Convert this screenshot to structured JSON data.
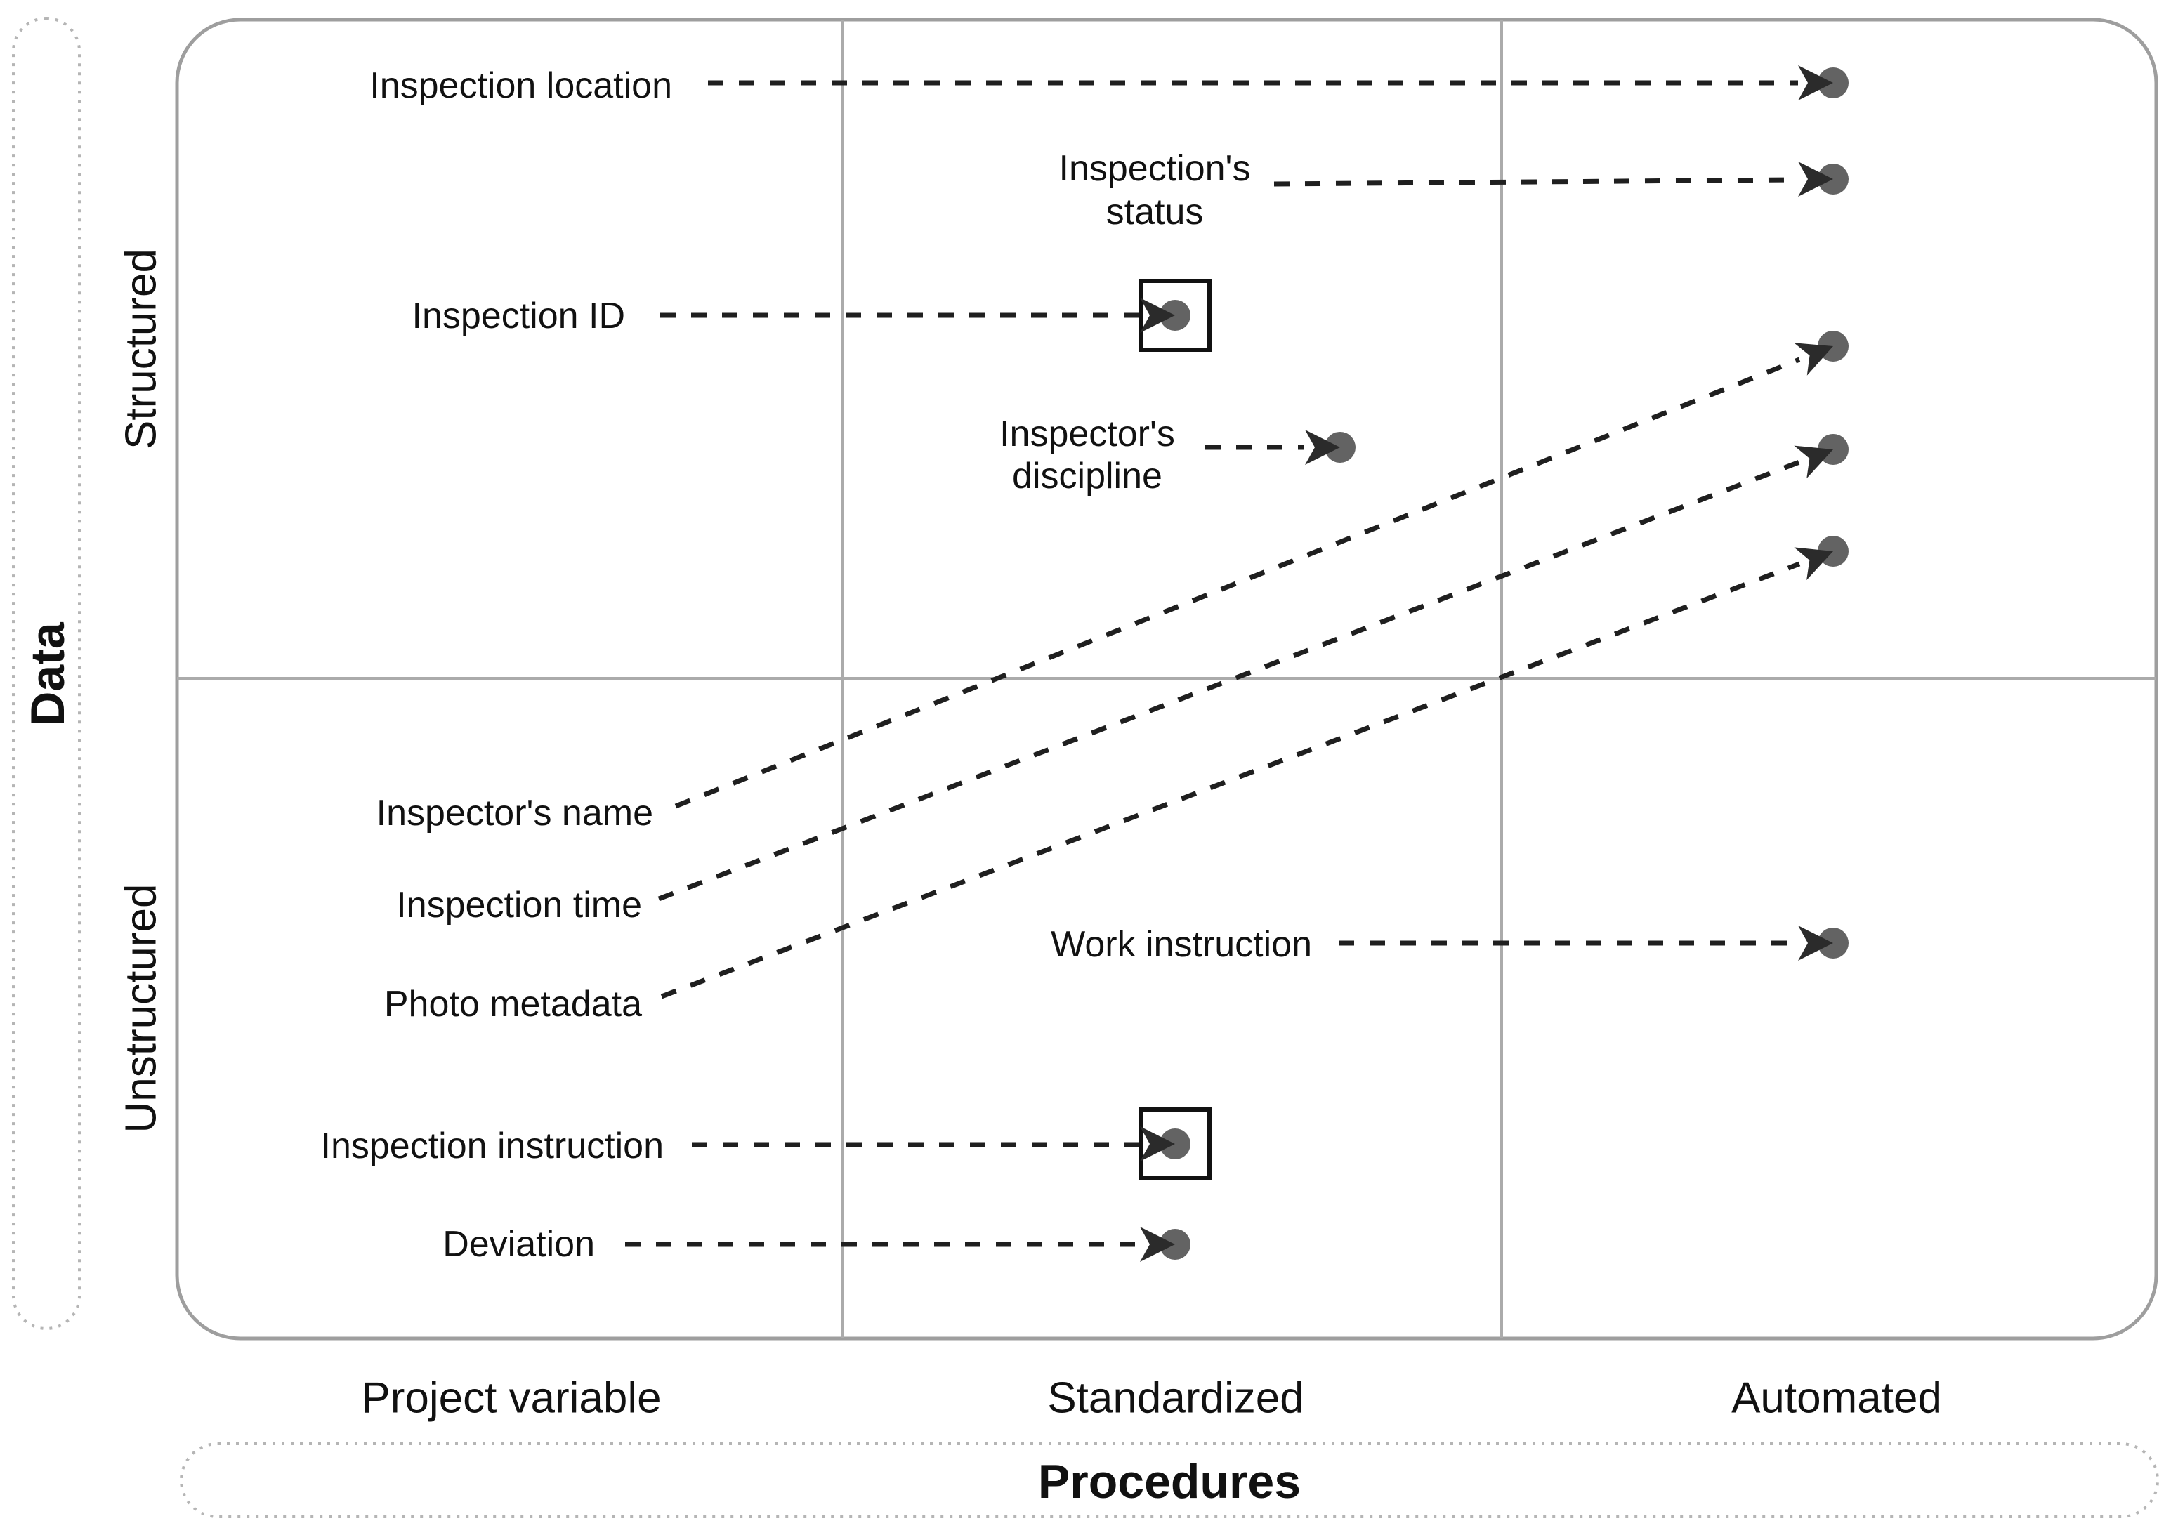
{
  "figure": {
    "background": "#ffffff"
  },
  "axes": {
    "y": {
      "title": "Data",
      "categories": [
        "Structured",
        "Unstructured"
      ]
    },
    "x": {
      "title": "Procedures",
      "categories": [
        "Project variable",
        "Standardized",
        "Automated"
      ]
    }
  },
  "items": [
    {
      "label": "Inspection location",
      "target": {
        "data": "Structured",
        "procedure": "Automated"
      },
      "boxed": false
    },
    {
      "label": "Inspection's",
      "label2": "status",
      "target": {
        "data": "Structured",
        "procedure": "Automated"
      },
      "boxed": false
    },
    {
      "label": "Inspection ID",
      "target": {
        "data": "Structured",
        "procedure": "Standardized"
      },
      "boxed": true
    },
    {
      "label": "Inspector's",
      "label2": "discipline",
      "target": {
        "data": "Structured",
        "procedure": "Standardized"
      },
      "boxed": false
    },
    {
      "label": "Inspector's name",
      "target": {
        "data": "Structured",
        "procedure": "Automated"
      },
      "boxed": false
    },
    {
      "label": "Inspection time",
      "target": {
        "data": "Structured",
        "procedure": "Automated"
      },
      "boxed": false
    },
    {
      "label": "Photo metadata",
      "target": {
        "data": "Structured",
        "procedure": "Automated"
      },
      "boxed": false
    },
    {
      "label": "Work instruction",
      "target": {
        "data": "Unstructured",
        "procedure": "Automated"
      },
      "boxed": false
    },
    {
      "label": "Inspection instruction",
      "target": {
        "data": "Unstructured",
        "procedure": "Standardized"
      },
      "boxed": true
    },
    {
      "label": "Deviation",
      "target": {
        "data": "Unstructured",
        "procedure": "Standardized"
      },
      "boxed": false
    }
  ],
  "colors": {
    "dot": "#636363",
    "arrowhead": "#2b2b2b",
    "dash_line": "#1f1f1f",
    "grid_line": "#ababab",
    "box_border": "#9e9e9e",
    "pill_border": "#b5b5b5",
    "text": "#111111",
    "marker_box": "#111111"
  }
}
